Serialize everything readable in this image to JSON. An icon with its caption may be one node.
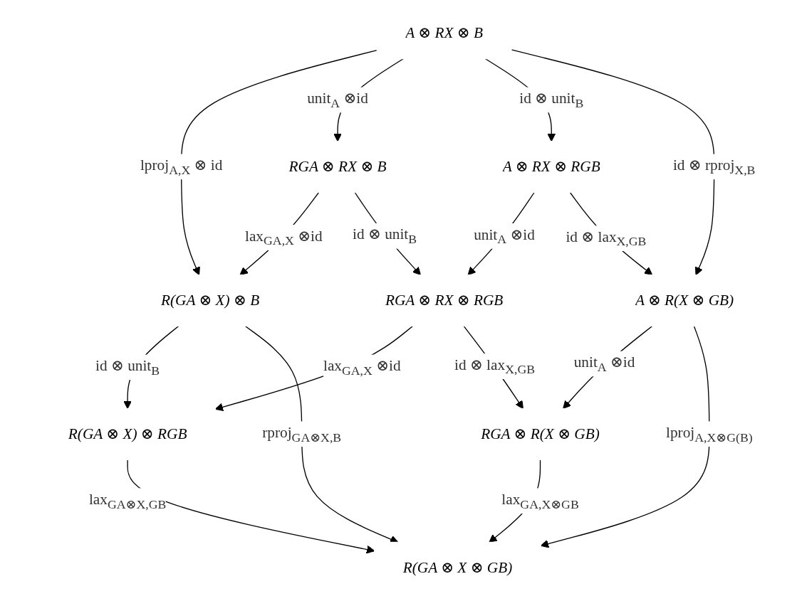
{
  "diagram": {
    "nodes": [
      {
        "text": [
          "A ⊗ RX ⊗ B"
        ]
      },
      {
        "text": [
          "R(GA ⊗ X) ⊗ B"
        ]
      },
      {
        "text": [
          "RGA ⊗ RX ⊗ B"
        ]
      },
      {
        "text": [
          "A ⊗ RX ⊗ RGB"
        ]
      },
      {
        "text": [
          "RGA ⊗ RX ⊗ RGB"
        ]
      },
      {
        "text": [
          "R(GA ⊗ X) ⊗ RGB"
        ]
      },
      {
        "text": [
          "RGA ⊗ R(X ⊗ GB)"
        ]
      },
      {
        "text": [
          "A ⊗ R(X ⊗ GB)"
        ]
      },
      {
        "text": [
          "R(GA ⊗ X ⊗ GB)"
        ]
      }
    ],
    "edges": [
      {
        "from": 0,
        "to": 1,
        "arrow": "to",
        "label": "lproj$_{A,X}$ ⊗ id"
      },
      {
        "from": 0,
        "to": 2,
        "arrow": "to",
        "label": "unit$_{A}$ ⊗id"
      },
      {
        "from": 2,
        "to": 1,
        "arrow": "to",
        "label": "lax$_{GA,X}$ ⊗id"
      },
      {
        "from": 0,
        "to": 3,
        "arrow": "to",
        "label": "id ⊗ unit$_{B}$"
      },
      {
        "from": 0,
        "to": 7,
        "arrow": "to",
        "label": "id ⊗ rproj$_{X,B}$"
      },
      {
        "from": 1,
        "to": 5,
        "arrow": "to",
        "label": "id ⊗ unit$_{B}$"
      },
      {
        "from": 1,
        "to": 8,
        "arrow": "to",
        "label": "rproj$_{GA⊗X,B}$"
      },
      {
        "from": 2,
        "to": 4,
        "arrow": "to",
        "label": "id ⊗ unit$_{B}$"
      },
      {
        "from": 3,
        "to": 4,
        "arrow": "to",
        "label": "unit$_{A}$ ⊗id"
      },
      {
        "from": 4,
        "to": 5,
        "arrow": "to",
        "label": "lax$_{GA,X}$ ⊗id"
      },
      {
        "from": 4,
        "to": 6,
        "arrow": "to",
        "label": "id ⊗ lax$_{X,GB}$"
      },
      {
        "from": 3,
        "to": 7,
        "arrow": "to",
        "label": "id ⊗ lax$_{X,GB}$"
      },
      {
        "from": 7,
        "to": 6,
        "arrow": "to",
        "label": "unit$_{A}$ ⊗id"
      },
      {
        "from": 6,
        "to": 8,
        "arrow": "to",
        "label": "lax$_{GA,X⊗GB}$"
      },
      {
        "from": 5,
        "to": 8,
        "arrow": "to",
        "label": "lax$_{GA⊗X,GB}$"
      },
      {
        "from": 7,
        "to": 8,
        "arrow": "to",
        "label": "lproj$_{A,X⊗G(B)}$"
      }
    ]
  }
}
